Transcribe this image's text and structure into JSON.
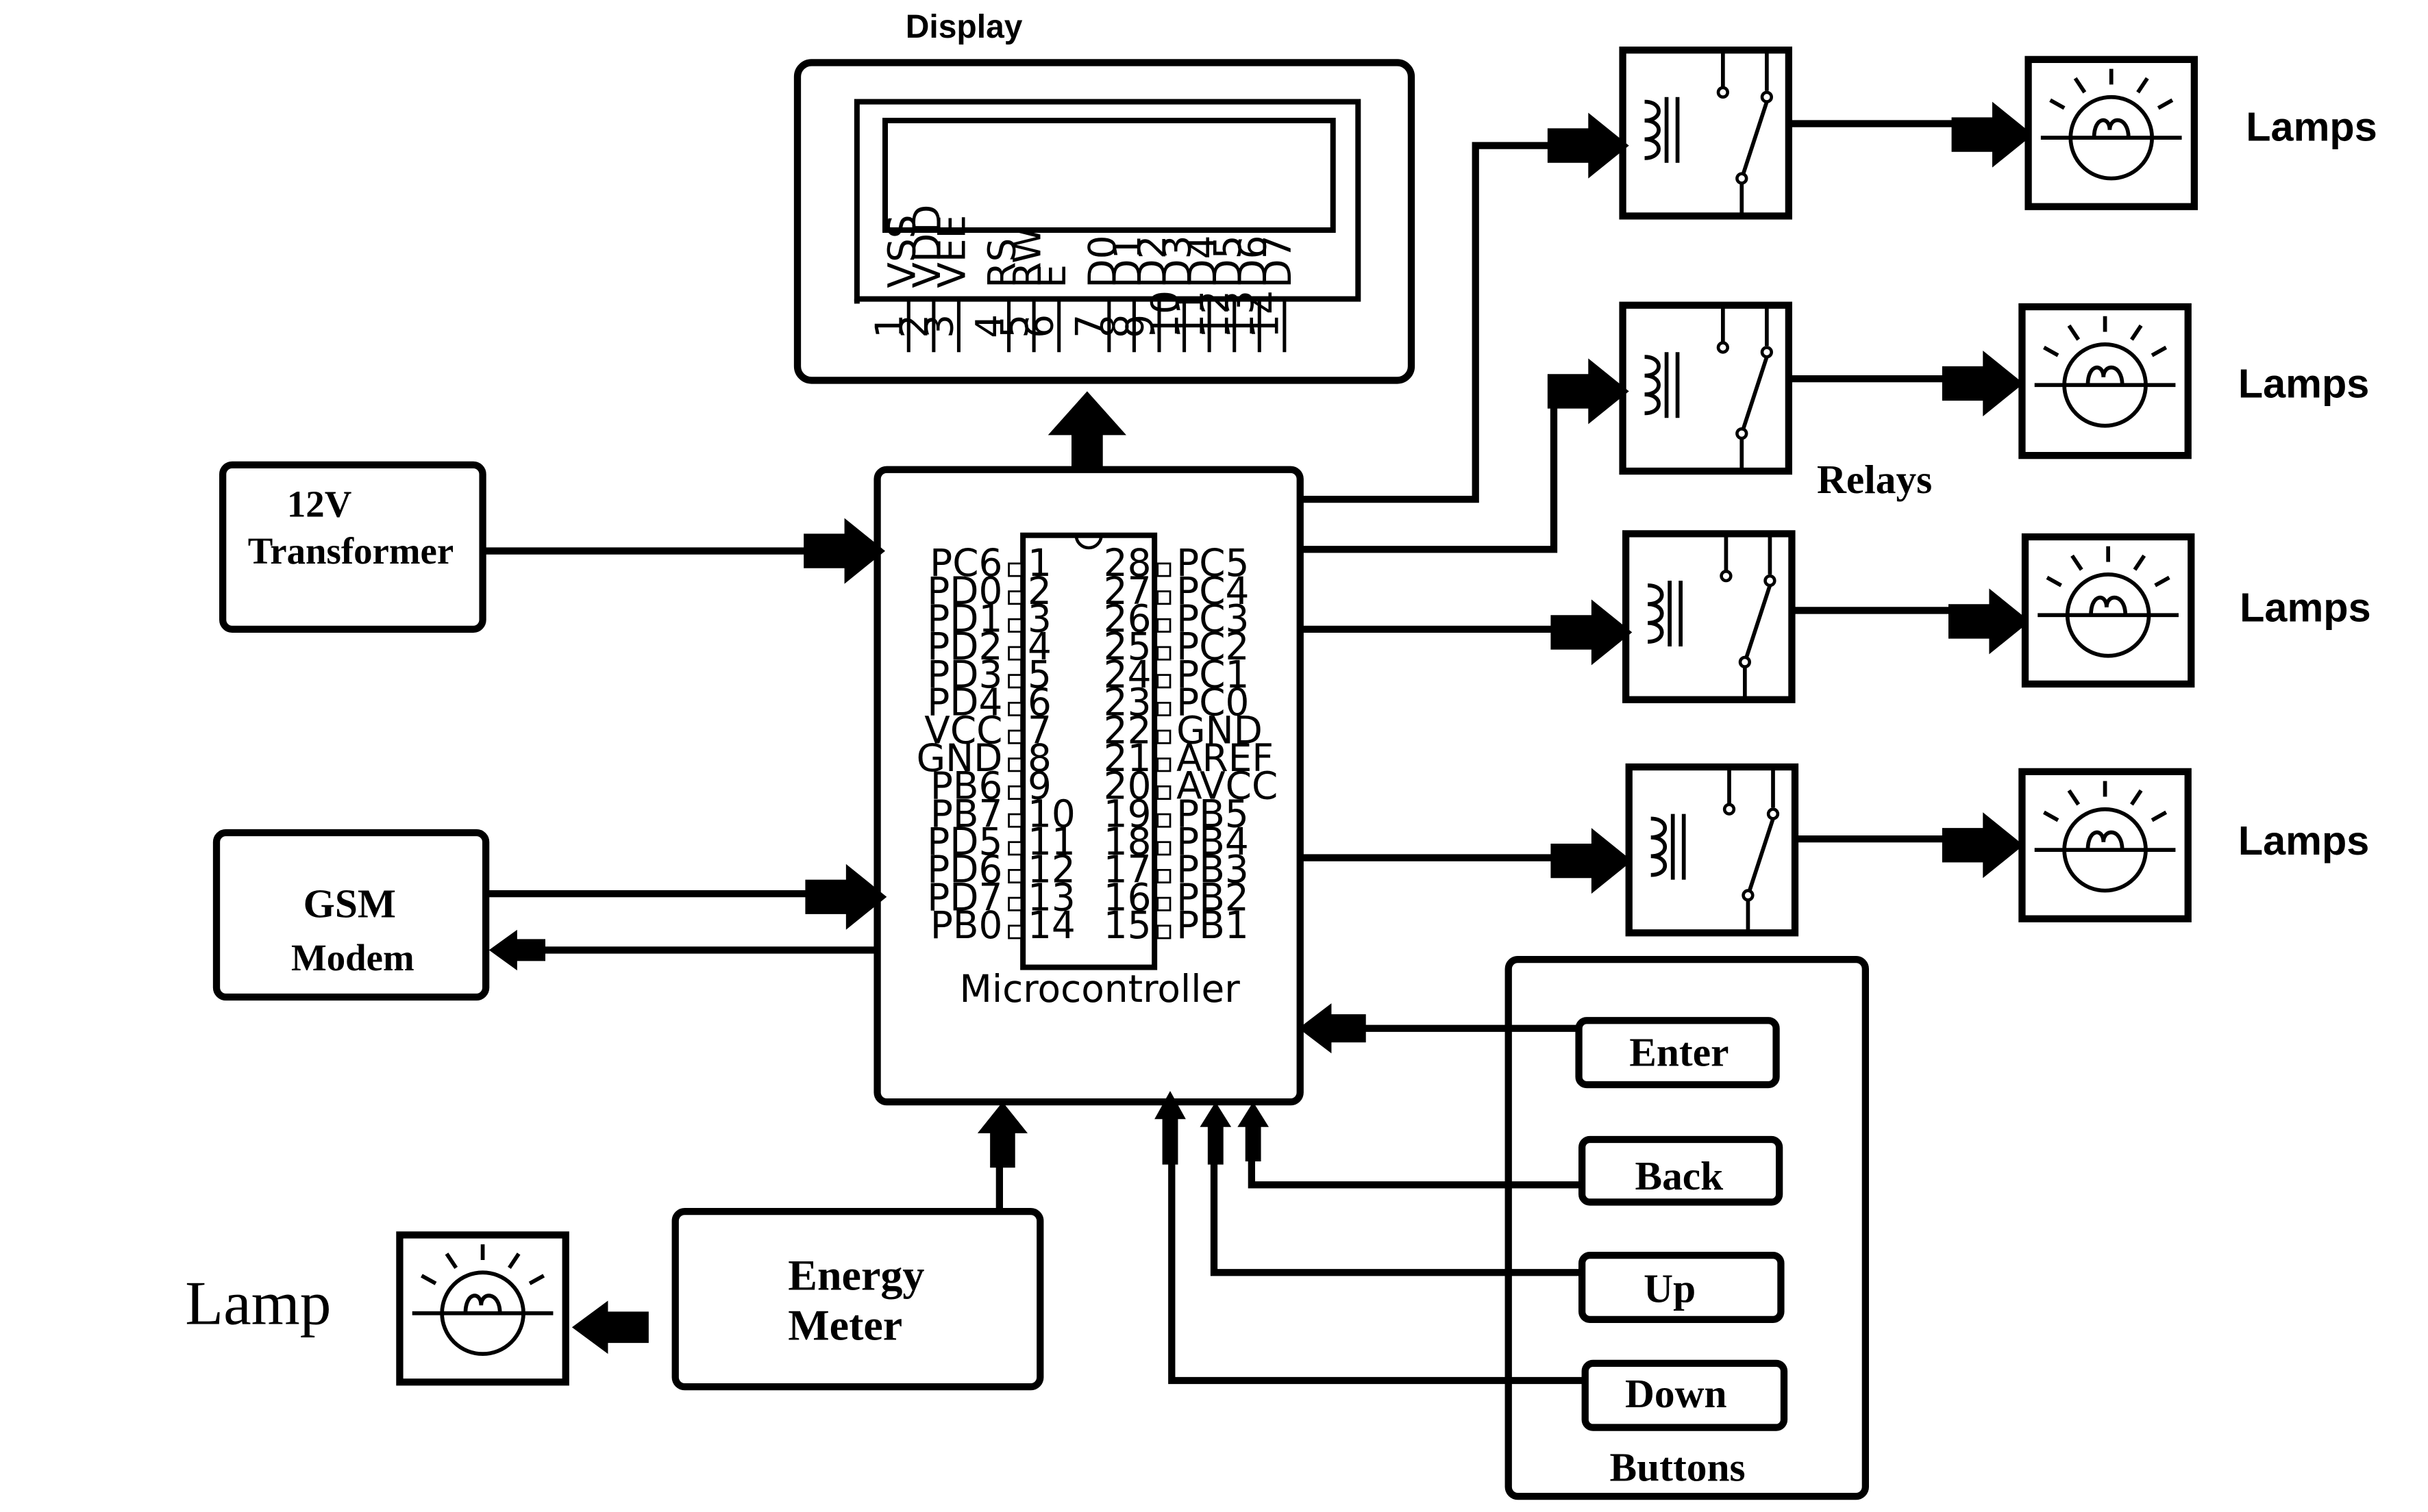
{
  "labels": {
    "display": "Display",
    "transformer_line1": "12V",
    "transformer_line2": "Transformer",
    "gsm_line1": "GSM",
    "gsm_line2": "Modem",
    "microcontroller": "Microcontroller",
    "relays": "Relays",
    "lamps": "Lamps",
    "lamp": "Lamp",
    "energy_line1": "Energy",
    "energy_line2": "Meter",
    "buttons": "Buttons"
  },
  "buttons": [
    "Enter",
    "Back",
    "Up",
    "Down"
  ],
  "lcd": {
    "signals": [
      "VSS",
      "VDD",
      "VEE",
      "RS",
      "RW",
      "E",
      "D0",
      "D1",
      "D2",
      "D3",
      "D4",
      "D5",
      "D6",
      "D7"
    ],
    "pins": [
      "1",
      "2",
      "3",
      "4",
      "5",
      "6",
      "7",
      "8",
      "9",
      "10",
      "11",
      "12",
      "13",
      "14"
    ]
  },
  "mcu_pins": {
    "left": [
      {
        "num": "1",
        "name": "PC6"
      },
      {
        "num": "2",
        "name": "PD0"
      },
      {
        "num": "3",
        "name": "PD1"
      },
      {
        "num": "4",
        "name": "PD2"
      },
      {
        "num": "5",
        "name": "PD3"
      },
      {
        "num": "6",
        "name": "PD4"
      },
      {
        "num": "7",
        "name": "VCC"
      },
      {
        "num": "8",
        "name": "GND"
      },
      {
        "num": "9",
        "name": "PB6"
      },
      {
        "num": "10",
        "name": "PB7"
      },
      {
        "num": "11",
        "name": "PD5"
      },
      {
        "num": "12",
        "name": "PD6"
      },
      {
        "num": "13",
        "name": "PD7"
      },
      {
        "num": "14",
        "name": "PB0"
      }
    ],
    "right": [
      {
        "num": "28",
        "name": "PC5"
      },
      {
        "num": "27",
        "name": "PC4"
      },
      {
        "num": "26",
        "name": "PC3"
      },
      {
        "num": "25",
        "name": "PC2"
      },
      {
        "num": "24",
        "name": "PC1"
      },
      {
        "num": "23",
        "name": "PC0"
      },
      {
        "num": "22",
        "name": "GND"
      },
      {
        "num": "21",
        "name": "AREF"
      },
      {
        "num": "20",
        "name": "AVCC"
      },
      {
        "num": "19",
        "name": "PB5"
      },
      {
        "num": "18",
        "name": "PB4"
      },
      {
        "num": "17",
        "name": "PB3"
      },
      {
        "num": "16",
        "name": "PB2"
      },
      {
        "num": "15",
        "name": "PB1"
      }
    ]
  }
}
